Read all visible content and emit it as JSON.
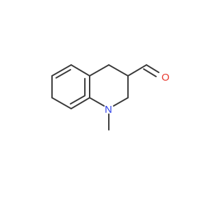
{
  "molecule": {
    "atoms": [
      {
        "id": "oxygen",
        "label": "O",
        "color": "#e8362b"
      },
      {
        "id": "nitrogen",
        "label": "N",
        "color": "#2b3ee8"
      }
    ],
    "bond_color": "#3a3a3a"
  }
}
